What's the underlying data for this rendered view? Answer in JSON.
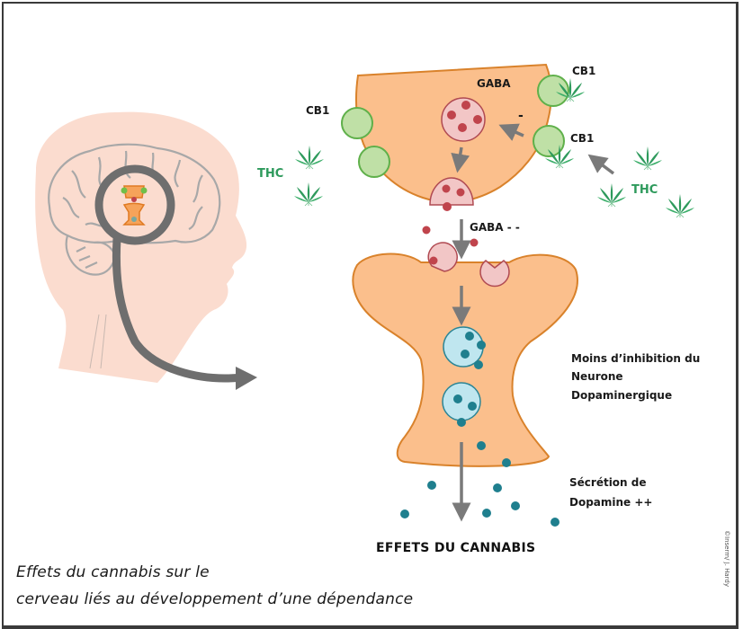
{
  "labels": {
    "cb1_left": "CB1",
    "cb1_top_right": "CB1",
    "cb1_mid_right": "CB1",
    "gaba": "GABA",
    "minus_sign": "-",
    "gaba_decrease": "GABA - -",
    "thc_left": "THC",
    "thc_right": "THC",
    "inhibition_line1": "Moins d’inhibition  du",
    "inhibition_line2": "Neurone",
    "inhibition_line3": "Dopaminergique",
    "secretion_line1": "Sécrétion de",
    "secretion_line2": "Dopamine ++",
    "title": "EFFETS DU CANNABIS",
    "caption_line1": "Effets du cannabis sur le",
    "caption_line2": "cerveau liés au développement d’une dépendance",
    "credit": "©Inserm/ J. Hardy"
  },
  "icons": {
    "head": "human-head-profile",
    "brain": "brain-outline",
    "magnifier": "magnifier-ring",
    "leaf": "cannabis-leaf",
    "arrow": "arrow"
  },
  "colors": {
    "neuron_fill": "#fbbf8c",
    "neuron_stroke": "#d9822b",
    "receptor_fill": "#bfe0a6",
    "receptor_stroke": "#5fb04a",
    "gaba_vesicle_fill": "#f2c6c6",
    "gaba_dot": "#c0444c",
    "dopamine_vesicle_fill": "#bfe6ef",
    "dopamine_dot": "#1f7f8e",
    "leaf": "#2e9a5c",
    "arrow": "#7a7a7a",
    "head_fill": "#fbdccf",
    "brain_stroke": "#a8a8a8",
    "ring": "#6e6e6e"
  }
}
